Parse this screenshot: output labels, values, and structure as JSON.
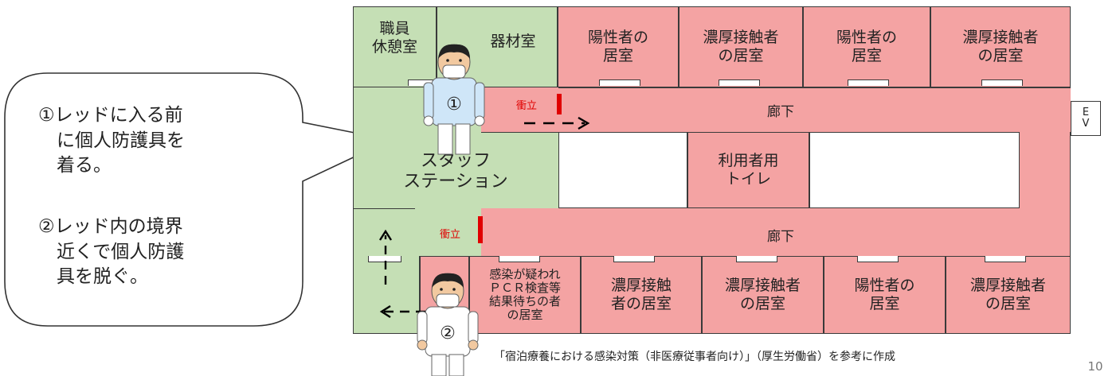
{
  "rooms": {
    "staff_rest": "職員\n休憩室",
    "equipment": "器材室",
    "top_1": "陽性者の\n居室",
    "top_2": "濃厚接触者\nの居室",
    "top_3": "陽性者の\n居室",
    "top_4": "濃厚接触者\nの居室",
    "ev": "E\nV",
    "corridor_top": "廊下",
    "corridor_bottom": "廊下",
    "staff_station": "スタッフ\nステーション",
    "toilet": "利用者用\nトイレ",
    "bottom_1": "感染が疑われ\nＰＣＲ検査等\n結果待ちの者\nの居室",
    "bottom_2": "濃厚接触\n者の居室",
    "bottom_3": "濃厚接触者\nの居室",
    "bottom_4": "陽性者の\n居室",
    "bottom_5": "濃厚接触者\nの居室"
  },
  "partitions": {
    "top": "衝立",
    "bottom": "衝立"
  },
  "staff": {
    "one": "①",
    "two": "②"
  },
  "callout": {
    "step1": "①レッドに入る前\n　に個人防護具を\n　着る。",
    "step2": "②レッド内の境界\n　近くで個人防護\n　具を脱ぐ。"
  },
  "citation": "「宿泊療養における感染対策（非医療従事者向け）」（厚生労働省）を参考に作成",
  "page_number": "10",
  "colors": {
    "green": "#c5dfb5",
    "red": "#f4a3a3",
    "partition": "#e00000"
  }
}
